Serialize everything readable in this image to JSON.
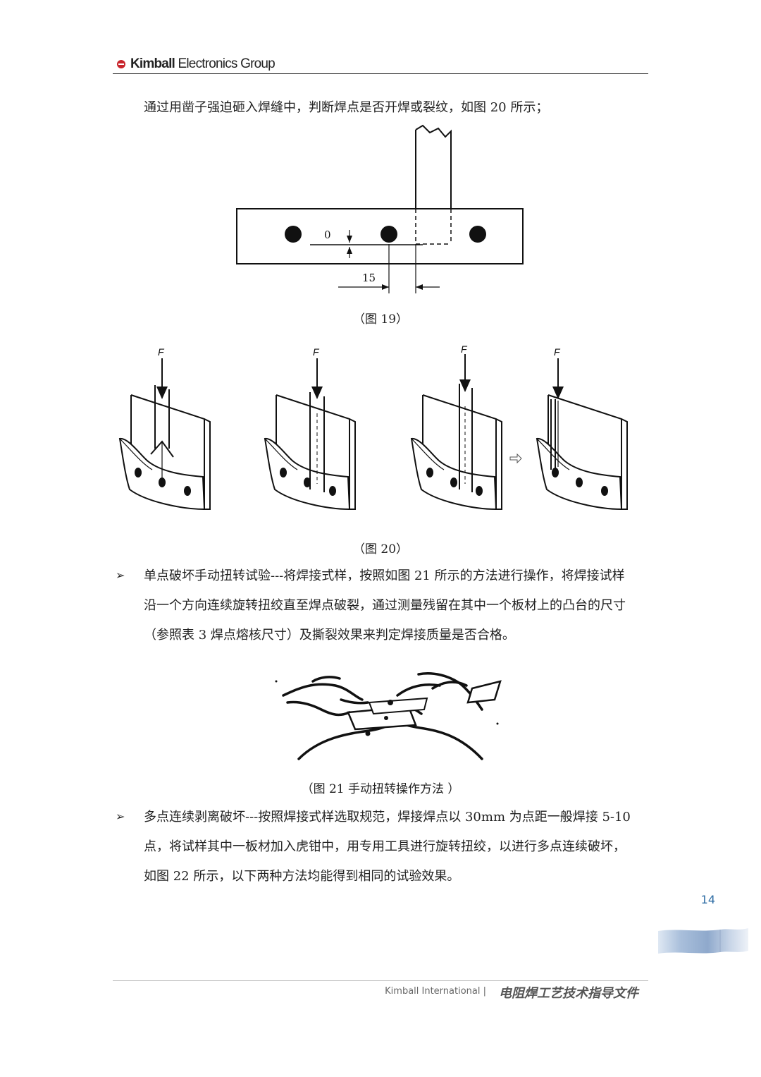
{
  "header": {
    "logo_bold": "Kimball",
    "logo_rest": " Electronics Group"
  },
  "body": {
    "p1": "通过用凿子强迫砸入焊缝中，判断焊点是否开焊或裂纹，如图 20 所示；",
    "fig19": {
      "caption": "（图 19）",
      "dim_top": "0",
      "dim_bottom": "15"
    },
    "fig20": {
      "caption": "（图 20）",
      "force_label": "F"
    },
    "bullet_symbol": "➢",
    "item1": {
      "line1": "单点破坏手动扭转试验---将焊接式样，按照如图 21 所示的方法进行操作，将焊接试样",
      "line2": "沿一个方向连续旋转扭绞直至焊点破裂，通过测量残留在其中一个板材上的凸台的尺寸",
      "line3": "（参照表 3  焊点熔核尺寸）及撕裂效果来判定焊接质量是否合格。"
    },
    "fig21": {
      "caption": "（图 21    手动扭转操作方法  ）"
    },
    "item2": {
      "line1": "多点连续剥离破坏---按照焊接式样选取规范，焊接焊点以 30mm 为点距一般焊接 5-10",
      "line2": "点，将试样其中一板材加入虎钳中，用专用工具进行旋转扭绞，以进行多点连续破坏，",
      "line3": "如图 22 所示，以下两种方法均能得到相同的试验效果。"
    }
  },
  "page_number": "14",
  "footer": {
    "org": "Kimball International |",
    "doc_title": "电阻焊工艺技术指导文件"
  }
}
